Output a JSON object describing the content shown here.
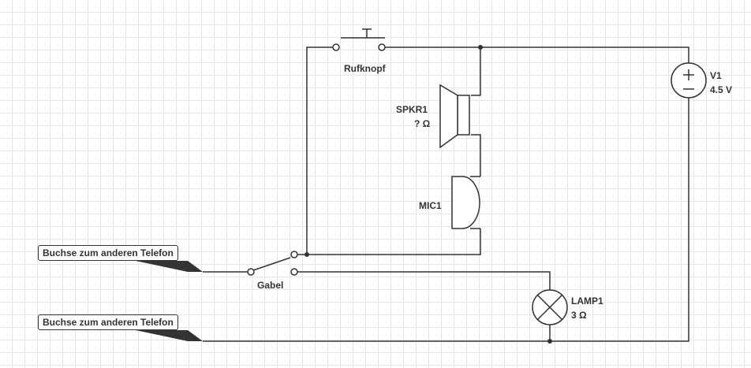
{
  "components": {
    "pushbutton": {
      "label": "Rufknopf"
    },
    "speaker": {
      "name": "SPKR1",
      "value": "? Ω"
    },
    "microphone": {
      "name": "MIC1"
    },
    "battery": {
      "name": "V1",
      "value": "4.5 V"
    },
    "switch": {
      "label": "Gabel"
    },
    "lamp": {
      "name": "LAMP1",
      "value": "3 Ω"
    }
  },
  "net_labels": [
    {
      "text": "Buchse zum anderen Telefon"
    },
    {
      "text": "Buchse zum anderen Telefon"
    }
  ],
  "colors": {
    "wire": "#333333",
    "grid": "#e6e6e6",
    "background": "#ffffff"
  }
}
